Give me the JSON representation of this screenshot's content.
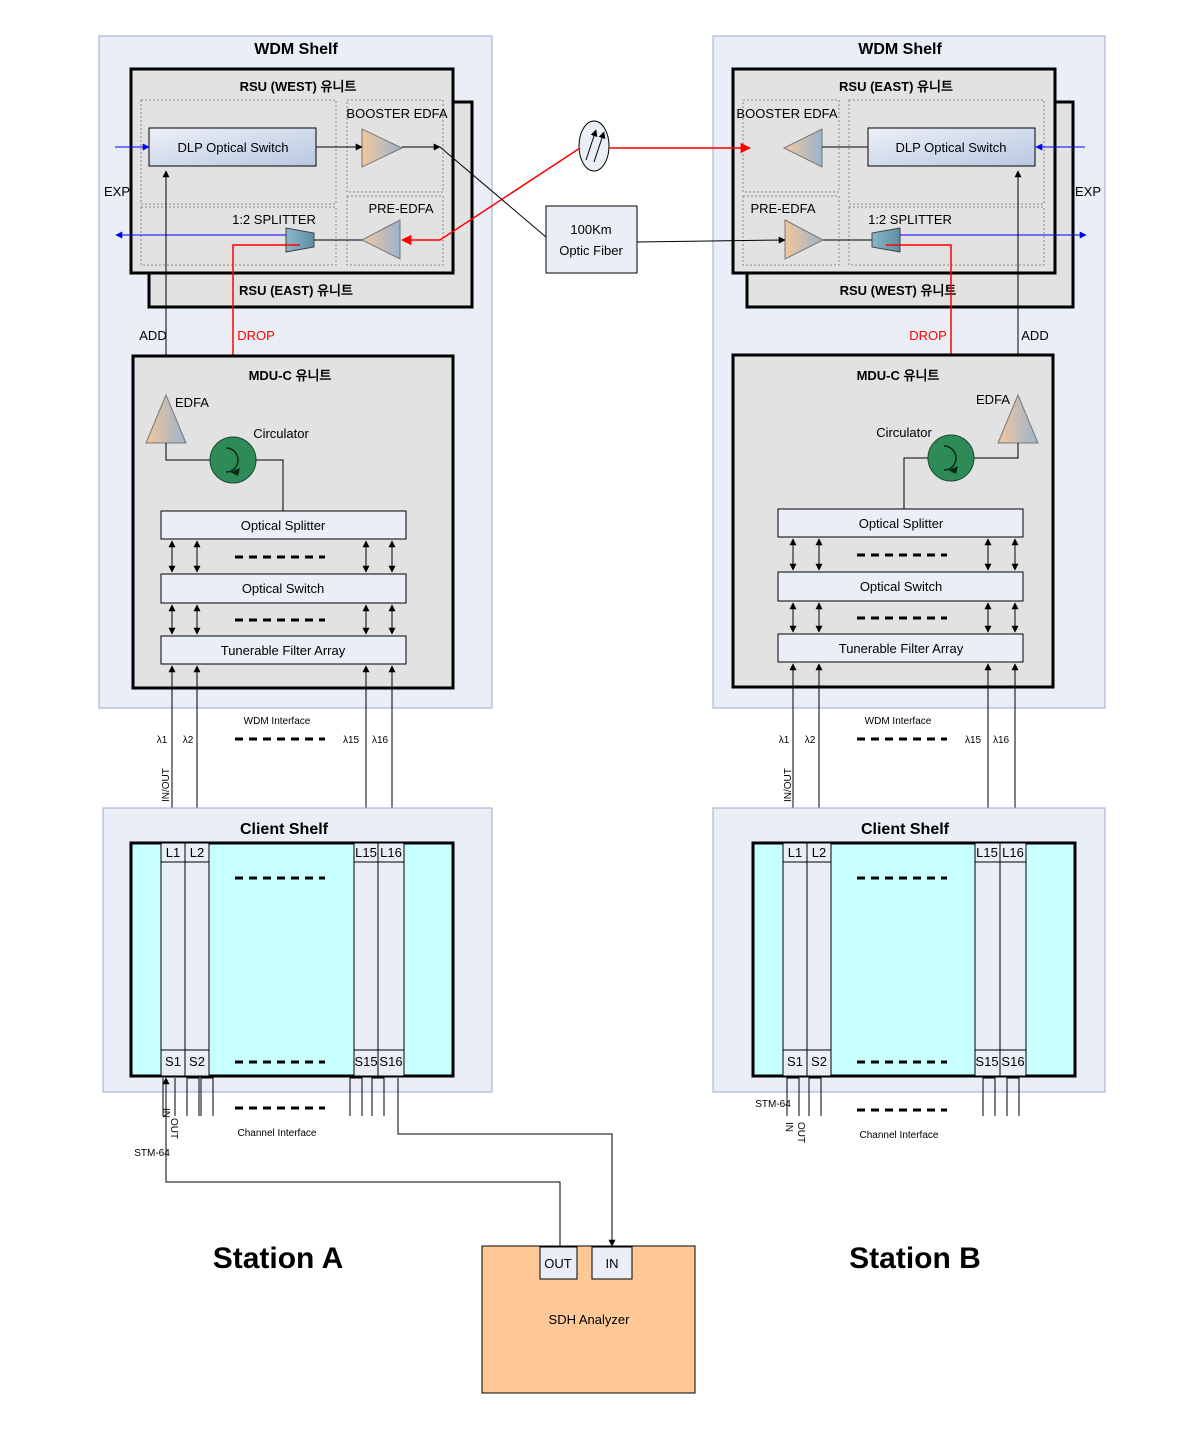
{
  "station_a": {
    "name": "Station A",
    "wdm_shelf": "WDM Shelf",
    "rsu_front": "RSU (WEST) 유니트",
    "rsu_back": "RSU (EAST) 유니트",
    "booster": "BOOSTER EDFA",
    "pre_edfa": "PRE-EDFA",
    "dlp_switch": "DLP Optical Switch",
    "splitter_12": "1:2 SPLITTER",
    "exp": "EXP",
    "add": "ADD",
    "drop": "DROP",
    "mdu": "MDU-C 유니트",
    "edfa": "EDFA",
    "circulator": "Circulator",
    "optical_splitter": "Optical Splitter",
    "optical_switch": "Optical Switch",
    "filter_array": "Tunerable Filter Array",
    "wdm_interface": "WDM Interface",
    "lambdas": [
      "λ1",
      "λ2",
      "λ15",
      "λ16"
    ],
    "in_out": "IN/OUT",
    "client_shelf": "Client Shelf",
    "ports_l": [
      "L1",
      "L2",
      "L15",
      "L16"
    ],
    "ports_s": [
      "S1",
      "S2",
      "S15",
      "S16"
    ],
    "ch_in": "IN",
    "ch_out": "OUT",
    "stm": "STM-64",
    "channel_interface": "Channel Interface"
  },
  "station_b": {
    "name": "Station B",
    "wdm_shelf": "WDM Shelf",
    "rsu_front": "RSU (EAST) 유니트",
    "rsu_back": "RSU (WEST) 유니트",
    "booster": "BOOSTER EDFA",
    "pre_edfa": "PRE-EDFA",
    "dlp_switch": "DLP Optical Switch",
    "splitter_12": "1:2 SPLITTER",
    "exp": "EXP",
    "add": "ADD",
    "drop": "DROP",
    "mdu": "MDU-C 유니트",
    "edfa": "EDFA",
    "circulator": "Circulator",
    "optical_splitter": "Optical Splitter",
    "optical_switch": "Optical Switch",
    "filter_array": "Tunerable Filter Array",
    "wdm_interface": "WDM Interface",
    "lambdas": [
      "λ1",
      "λ2",
      "λ15",
      "λ16"
    ],
    "in_out": "IN/OUT",
    "client_shelf": "Client Shelf",
    "ports_l": [
      "L1",
      "L2",
      "L15",
      "L16"
    ],
    "ports_s": [
      "S1",
      "S2",
      "S15",
      "S16"
    ],
    "ch_in": "IN",
    "ch_out": "OUT",
    "stm": "STM-64",
    "channel_interface": "Channel Interface"
  },
  "fiber": {
    "line1": "100Km",
    "line2": "Optic Fiber"
  },
  "analyzer": {
    "name": "SDH Analyzer",
    "out": "OUT",
    "in": "IN"
  },
  "colors": {
    "add_path": "#0000ff",
    "drop_path": "#ff0000",
    "amplifier": "#f0b080",
    "circulator": "#2e8b57",
    "client_card": "#c8ffff",
    "analyzer": "#ffc896"
  }
}
